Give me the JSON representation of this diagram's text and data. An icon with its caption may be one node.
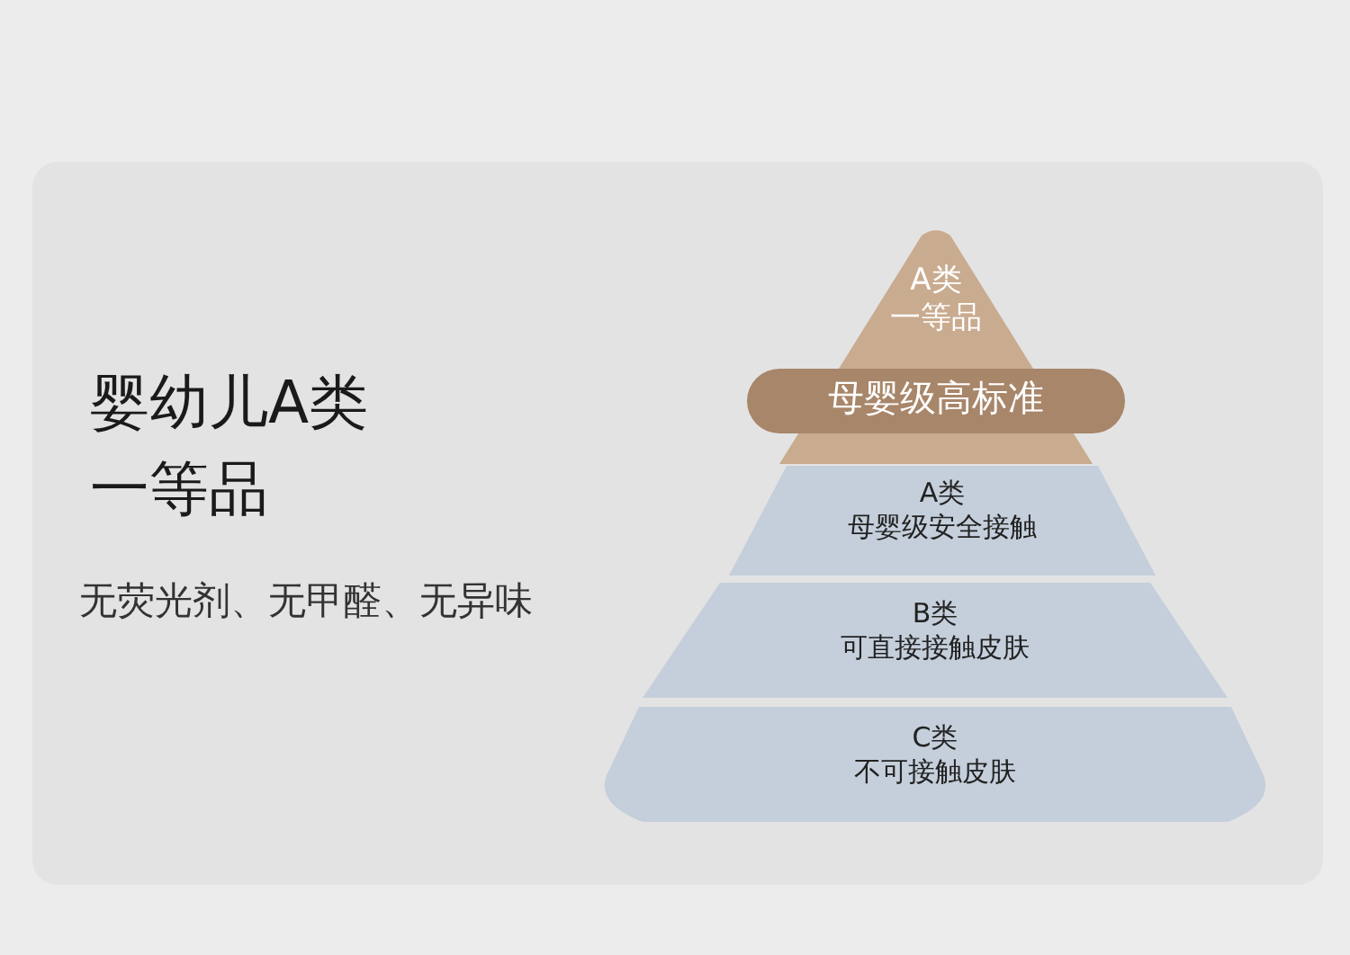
{
  "diagram": {
    "title": "婴幼儿A类一等品",
    "nodes": [
      {
        "text": [
          "A类",
          "一等品"
        ]
      },
      {
        "text": [
          "母婴级高标准"
        ]
      },
      {
        "text": [
          "A类",
          "母婴级安全接触"
        ]
      },
      {
        "text": [
          "B类",
          "可直接接触皮肤"
        ]
      },
      {
        "text": [
          "C类",
          "不可接触皮肤"
        ]
      }
    ],
    "labels": [
      "无荧光剂、无甲醛、无异味"
    ]
  }
}
